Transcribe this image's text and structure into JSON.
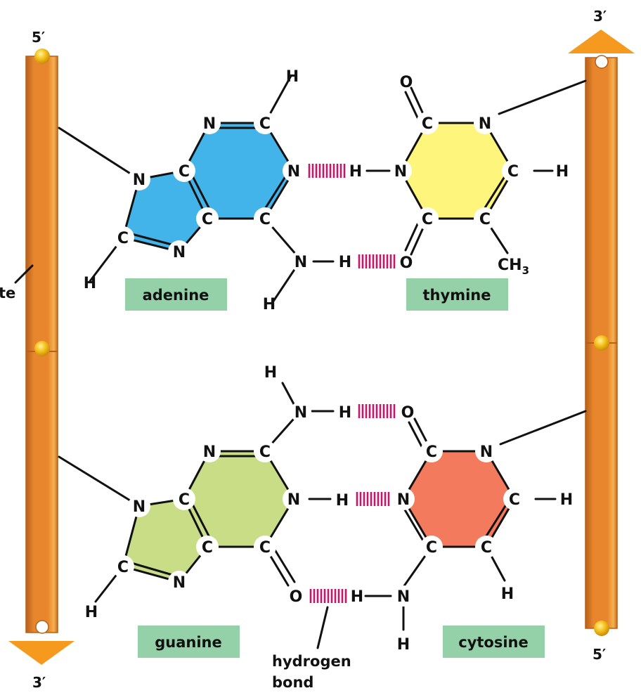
{
  "labels": {
    "adenine": "adenine",
    "thymine": "thymine",
    "guanine": "guanine",
    "cytosine": "cytosine",
    "hydrogen_bond_line1": "hydrogen",
    "hydrogen_bond_line2": "bond",
    "phosphate_fragment": "te"
  },
  "strand_ends": {
    "left_top": "5′",
    "left_bottom": "3′",
    "right_top": "3′",
    "right_bottom": "5′"
  },
  "atoms": {
    "N": "N",
    "C": "C",
    "H": "H",
    "O": "O",
    "ch3_main": "CH",
    "ch3_sub": "3"
  },
  "colors": {
    "adenine": "#42b4ea",
    "thymine": "#fdf57c",
    "guanine": "#c8dd86",
    "cytosine": "#f37a5c",
    "label_box": "#94d1a9",
    "backbone": "#e8862d",
    "backbone_highlight": "#f6b24f",
    "backbone_shadow": "#b5611c",
    "arrow": "#f59a1f",
    "hydrogen_bond": "#c2186b",
    "joint": "#f6c21b"
  }
}
